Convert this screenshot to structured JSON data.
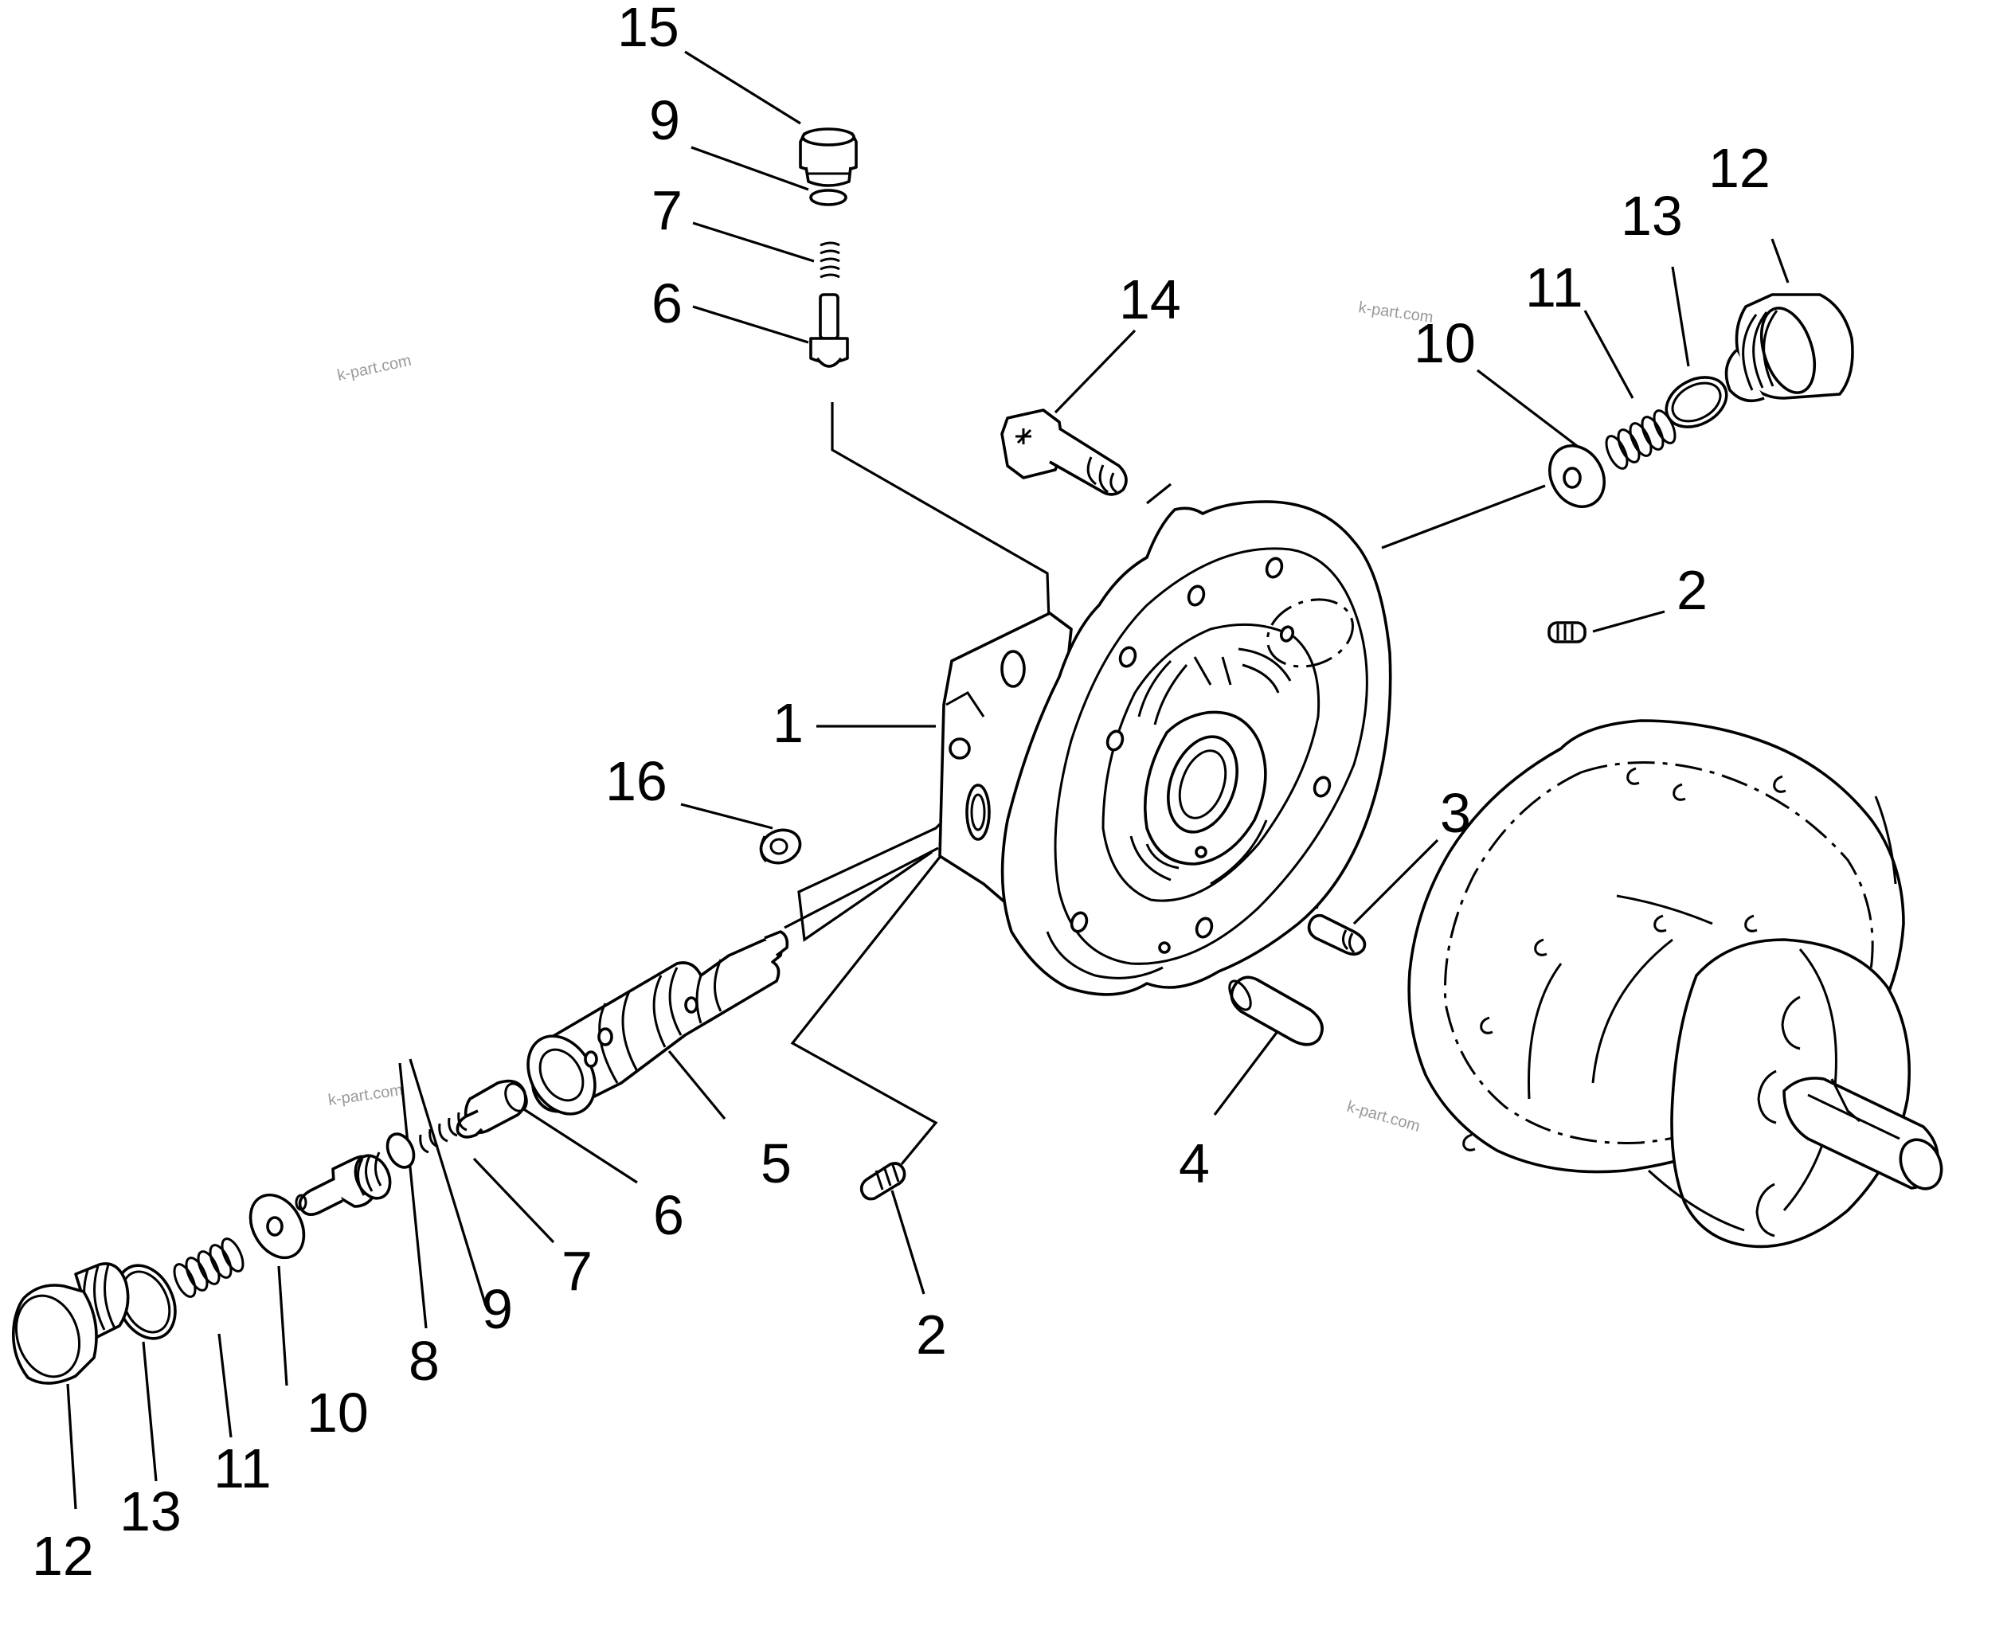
{
  "labels": {
    "top_plug": "15",
    "top_oring": "9",
    "top_spring": "7",
    "top_valve": "6",
    "bolt": "14",
    "right_plug": "12",
    "right_oring": "13",
    "right_spring": "11",
    "right_seat": "10",
    "right_pin": "2",
    "body": "1",
    "body_plug": "16",
    "dowel_small": "3",
    "dowel_large": "4",
    "spool": "5",
    "left_valve": "6",
    "left_spring": "7",
    "left_oring": "9",
    "left_guide": "8",
    "left_seat": "10",
    "left_spring_outer": "11",
    "left_oring_outer": "13",
    "left_plug": "12",
    "bottom_pin": "2"
  },
  "watermarks": {
    "w1": "k-part.com",
    "w2": "k-part.com",
    "w3": "k-part.com",
    "w4": "k-part.com"
  }
}
